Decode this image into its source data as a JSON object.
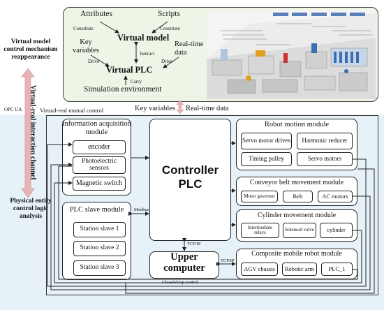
{
  "left_panel": {
    "top_label": "Virtual model control mechanism reappearance",
    "bottom_label": "Physical entity control logic analysis",
    "vertical_label": "Virtual-real interaction channel",
    "opc_ua": "OPC UA"
  },
  "virtual_section": {
    "attributes": "Attributes",
    "scripts": "Scripts",
    "constitute_left": "Constitute",
    "constitute_right": "Constitute",
    "virtual_model": "Virtual model",
    "key_variables": "Key variables",
    "realtime_data": "Real-time data",
    "interact": "Interact",
    "drive_left": "Drive",
    "drive_right": "Drive",
    "virtual_plc": "Virtual PLC",
    "carry": "Carry",
    "simulation_env": "Simulation environment"
  },
  "middle_bar": {
    "mutual_control": "Virtual-real mutual control",
    "key_variables": "Key variables",
    "realtime_data": "Real-time data"
  },
  "info_module": {
    "title": "Information acquisition module",
    "items": [
      "encoder",
      "Photoelectric sensors",
      "Magnetic switch"
    ]
  },
  "plc_slave": {
    "title": "PLC slave module",
    "items": [
      "Station slave 1",
      "Station slave 2",
      "Station slave 3"
    ]
  },
  "controller": {
    "title": "Controller PLC"
  },
  "upper_computer": {
    "title": "Upper computer"
  },
  "links": {
    "modbus": "Modbus",
    "tcpip_vertical": "TCP/IP",
    "tcpip_horizontal": "TCP/IP",
    "closed_loop": "Closed-loop control"
  },
  "robot_motion": {
    "title": "Robot motion module",
    "items": [
      "Servo motor drives",
      "Harmonic reducer",
      "Timing pulley",
      "Servo motors"
    ]
  },
  "conveyor": {
    "title": "Conveyor belt movement module",
    "items": [
      "Motor governor",
      "Belt",
      "AC motors"
    ]
  },
  "cylinder": {
    "title": "Cylinder movement module",
    "items": [
      "Intermediate relays",
      "Solenoid valve",
      "cylinder"
    ]
  },
  "composite": {
    "title": "Composite mobile robot module",
    "items": [
      "AGV chassis",
      "Robotic arm",
      "PLC_1"
    ]
  },
  "colors": {
    "top_bg": "#eef5e6",
    "bottom_bg": "#e6f1f8",
    "arrow_pink": "#e7b3b5"
  }
}
